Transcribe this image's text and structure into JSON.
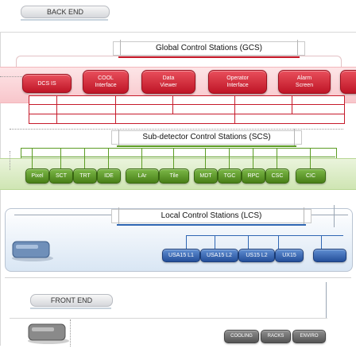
{
  "back_end": {
    "label": "BACK END"
  },
  "gcs": {
    "title": "Global Control Stations (GCS)",
    "buttons": [
      {
        "label": "DCS IS"
      },
      {
        "line1": "COOL",
        "line2": "Interface"
      },
      {
        "line1": "Data",
        "line2": "Viewer"
      },
      {
        "line1": "Operator",
        "line2": "Interface"
      },
      {
        "line1": "Alarm",
        "line2": "Screen"
      },
      {
        "label": ""
      }
    ]
  },
  "scs": {
    "title": "Sub-detector Control Stations (SCS)",
    "buttons": [
      "Pixel",
      "SCT",
      "TRT",
      "IDE",
      "LAr",
      "Tile",
      "MDT",
      "TGC",
      "RPC",
      "CSC",
      "CIC"
    ]
  },
  "lcs": {
    "title": "Local Control Stations (LCS)",
    "buttons": [
      "USA15 L1",
      "USA15 L2",
      "US15 L2",
      "UX15"
    ]
  },
  "front_end": {
    "label": "FRONT END",
    "buttons": [
      "COOLING",
      "RACKS",
      "ENVIRO"
    ]
  },
  "colors": {
    "gcs": "#c61b2b",
    "scs": "#5c9c24",
    "lcs": "#2f66b3",
    "front_end": "#666666"
  }
}
